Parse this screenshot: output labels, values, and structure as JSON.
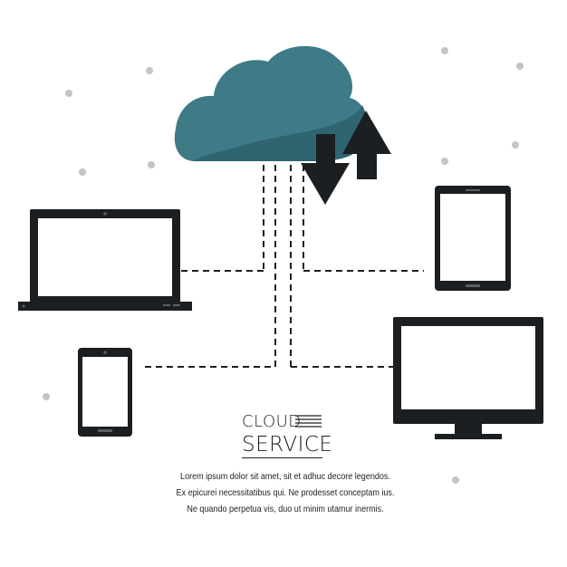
{
  "colors": {
    "cloud": "#3e7b86",
    "cloud_shadow": "#2f6570",
    "device": "#1b1f22",
    "screen": "#ffffff",
    "dot": "#c4c4c4",
    "line": "#1b1f22"
  },
  "icons": {
    "cloud": "cloud-icon",
    "download": "arrow-down-icon",
    "upload": "arrow-up-icon",
    "laptop": "laptop-icon",
    "tablet": "tablet-icon",
    "smartphone": "smartphone-icon",
    "monitor": "monitor-icon"
  },
  "title": {
    "line1": "CLOUD",
    "line2": "SERVICE"
  },
  "body": {
    "line1": "Lorem ipsum dolor sit amet, sit et adhuc decore legendos.",
    "line2": "Ex epicurei necessitatibus qui. Ne prodesset conceptam ius.",
    "line3": "Ne quando  perpetua vis, duo ut minim utamur inermis."
  }
}
